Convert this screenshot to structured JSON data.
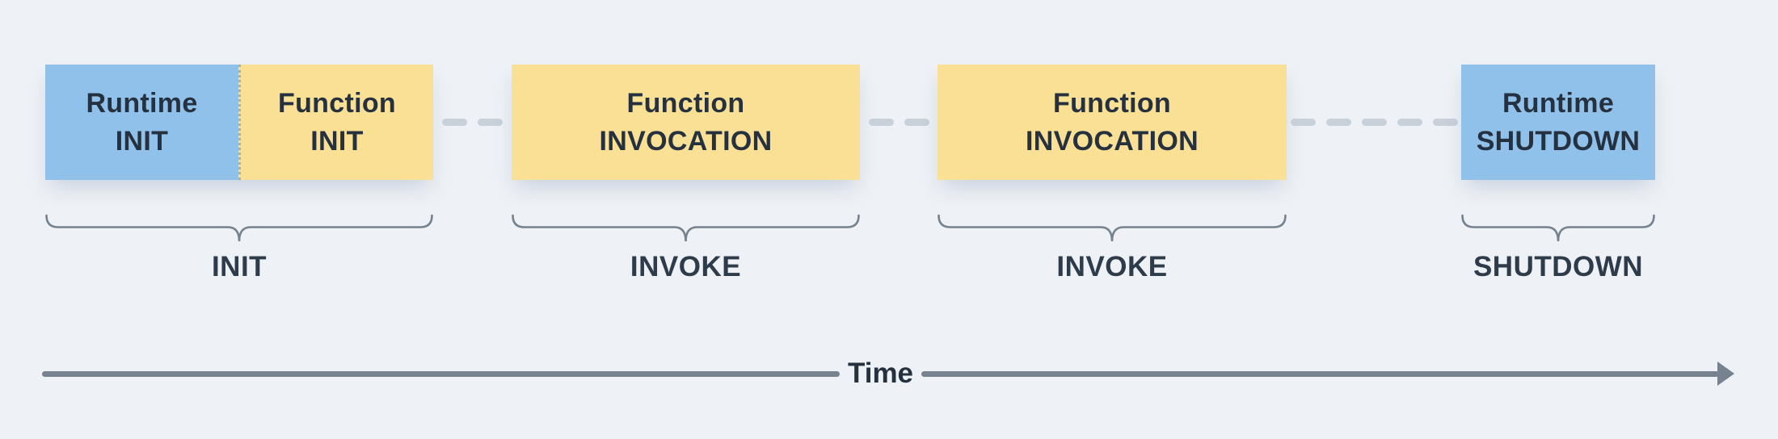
{
  "diagram": {
    "name": "lambda-execution-lifecycle",
    "phases": [
      {
        "bracket_label": "INIT",
        "blocks": [
          {
            "kind": "runtime",
            "line1": "Runtime",
            "line2": "INIT"
          },
          {
            "kind": "function",
            "line1": "Function",
            "line2": "INIT"
          }
        ]
      },
      {
        "bracket_label": "INVOKE",
        "blocks": [
          {
            "kind": "function",
            "line1": "Function",
            "line2": "INVOCATION"
          }
        ]
      },
      {
        "bracket_label": "INVOKE",
        "blocks": [
          {
            "kind": "function",
            "line1": "Function",
            "line2": "INVOCATION"
          }
        ]
      },
      {
        "bracket_label": "SHUTDOWN",
        "blocks": [
          {
            "kind": "runtime",
            "line1": "Runtime",
            "line2": "SHUTDOWN"
          }
        ]
      }
    ],
    "timeline": {
      "label": "Time"
    },
    "colors": {
      "background": "#eef1f5",
      "runtime_block": "#90c1ea",
      "function_block": "#f9e095",
      "block_text": "#26313f",
      "bracket_stroke": "#76828f",
      "bracket_label_text": "#2d3b4a",
      "connector_dash": "#c8d0da",
      "timeline_line": "#76828f",
      "timeline_text": "#26313f"
    }
  }
}
